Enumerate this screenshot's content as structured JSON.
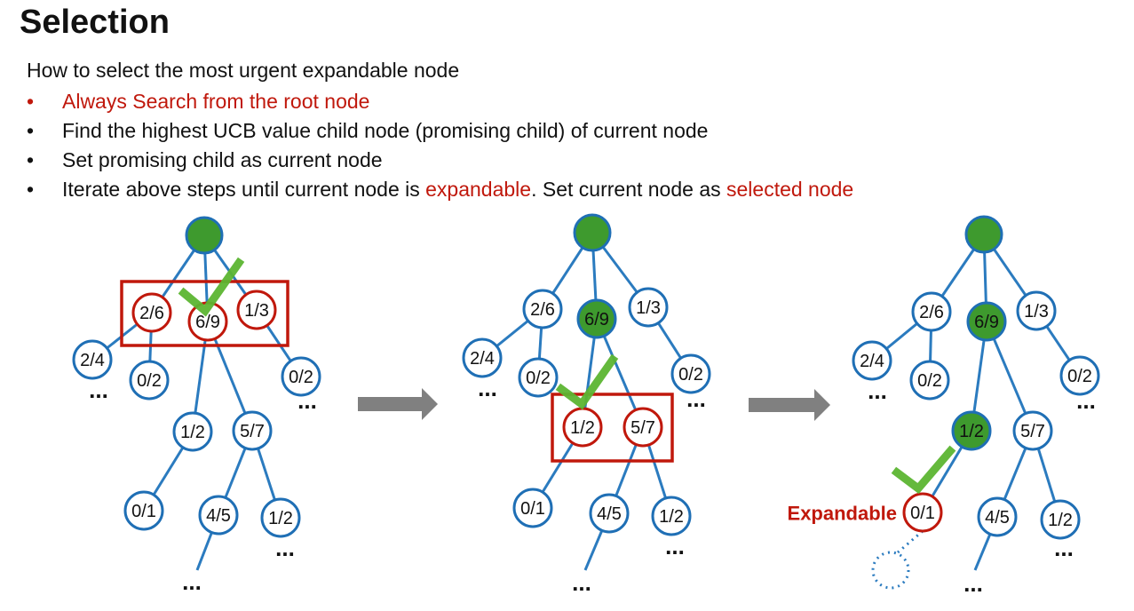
{
  "slide": {
    "title": "Selection",
    "intro": "How to select the most urgent expandable node",
    "bullets": [
      {
        "marker": "•",
        "parts": [
          {
            "text": "Always Search from the root node",
            "color": "red"
          }
        ]
      },
      {
        "marker": "•",
        "parts": [
          {
            "text": "Find the highest UCB value child node (promising child) of current node",
            "color": "normal"
          }
        ]
      },
      {
        "marker": "•",
        "parts": [
          {
            "text": "Set promising child as current node",
            "color": "normal"
          }
        ]
      },
      {
        "marker": "•",
        "parts": [
          {
            "text": "Iterate above steps until current node is ",
            "color": "normal"
          },
          {
            "text": "expandable",
            "color": "red"
          },
          {
            "text": ". Set current node as ",
            "color": "normal"
          },
          {
            "text": "selected node",
            "color": "red"
          }
        ]
      }
    ]
  },
  "colors": {
    "node_outline": "#1f6fb5",
    "edge": "#2b7bbf",
    "highlight": "#c0180c",
    "filled_node": "#3e9a2e",
    "checkmark": "#5cb531",
    "arrow": "#808080"
  },
  "diagrams": [
    {
      "name": "step-1",
      "nodes": [
        {
          "id": "root",
          "label": "",
          "state": "filled"
        },
        {
          "id": "a",
          "label": "2/6",
          "state": "candidate"
        },
        {
          "id": "b",
          "label": "6/9",
          "state": "candidate"
        },
        {
          "id": "c",
          "label": "1/3",
          "state": "candidate"
        },
        {
          "id": "a1",
          "label": "2/4",
          "state": "normal"
        },
        {
          "id": "a2",
          "label": "0/2",
          "state": "normal"
        },
        {
          "id": "c1",
          "label": "0/2",
          "state": "normal"
        },
        {
          "id": "b1",
          "label": "1/2",
          "state": "normal"
        },
        {
          "id": "b2",
          "label": "5/7",
          "state": "normal"
        },
        {
          "id": "b1a",
          "label": "0/1",
          "state": "normal"
        },
        {
          "id": "b2a",
          "label": "4/5",
          "state": "normal"
        },
        {
          "id": "b2b",
          "label": "1/2",
          "state": "normal"
        }
      ],
      "chosen": "b",
      "ellipses": [
        "...",
        "...",
        "...",
        "..."
      ]
    },
    {
      "name": "step-2",
      "nodes": [
        {
          "id": "root",
          "label": "",
          "state": "filled"
        },
        {
          "id": "a",
          "label": "2/6",
          "state": "normal"
        },
        {
          "id": "b",
          "label": "6/9",
          "state": "filled"
        },
        {
          "id": "c",
          "label": "1/3",
          "state": "normal"
        },
        {
          "id": "a1",
          "label": "2/4",
          "state": "normal"
        },
        {
          "id": "a2",
          "label": "0/2",
          "state": "normal"
        },
        {
          "id": "c1",
          "label": "0/2",
          "state": "normal"
        },
        {
          "id": "b1",
          "label": "1/2",
          "state": "candidate"
        },
        {
          "id": "b2",
          "label": "5/7",
          "state": "candidate"
        },
        {
          "id": "b1a",
          "label": "0/1",
          "state": "normal"
        },
        {
          "id": "b2a",
          "label": "4/5",
          "state": "normal"
        },
        {
          "id": "b2b",
          "label": "1/2",
          "state": "normal"
        }
      ],
      "chosen": "b1",
      "ellipses": [
        "...",
        "...",
        "...",
        "..."
      ]
    },
    {
      "name": "step-3",
      "nodes": [
        {
          "id": "root",
          "label": "",
          "state": "filled"
        },
        {
          "id": "a",
          "label": "2/6",
          "state": "normal"
        },
        {
          "id": "b",
          "label": "6/9",
          "state": "filled"
        },
        {
          "id": "c",
          "label": "1/3",
          "state": "normal"
        },
        {
          "id": "a1",
          "label": "2/4",
          "state": "normal"
        },
        {
          "id": "a2",
          "label": "0/2",
          "state": "normal"
        },
        {
          "id": "c1",
          "label": "0/2",
          "state": "normal"
        },
        {
          "id": "b1",
          "label": "1/2",
          "state": "filled"
        },
        {
          "id": "b2",
          "label": "5/7",
          "state": "normal"
        },
        {
          "id": "b1a",
          "label": "0/1",
          "state": "expandable"
        },
        {
          "id": "b2a",
          "label": "4/5",
          "state": "normal"
        },
        {
          "id": "b2b",
          "label": "1/2",
          "state": "normal"
        }
      ],
      "chosen": "b1a",
      "expandable_label": "Expandable",
      "ellipses": [
        "...",
        "...",
        "...",
        "..."
      ]
    }
  ]
}
